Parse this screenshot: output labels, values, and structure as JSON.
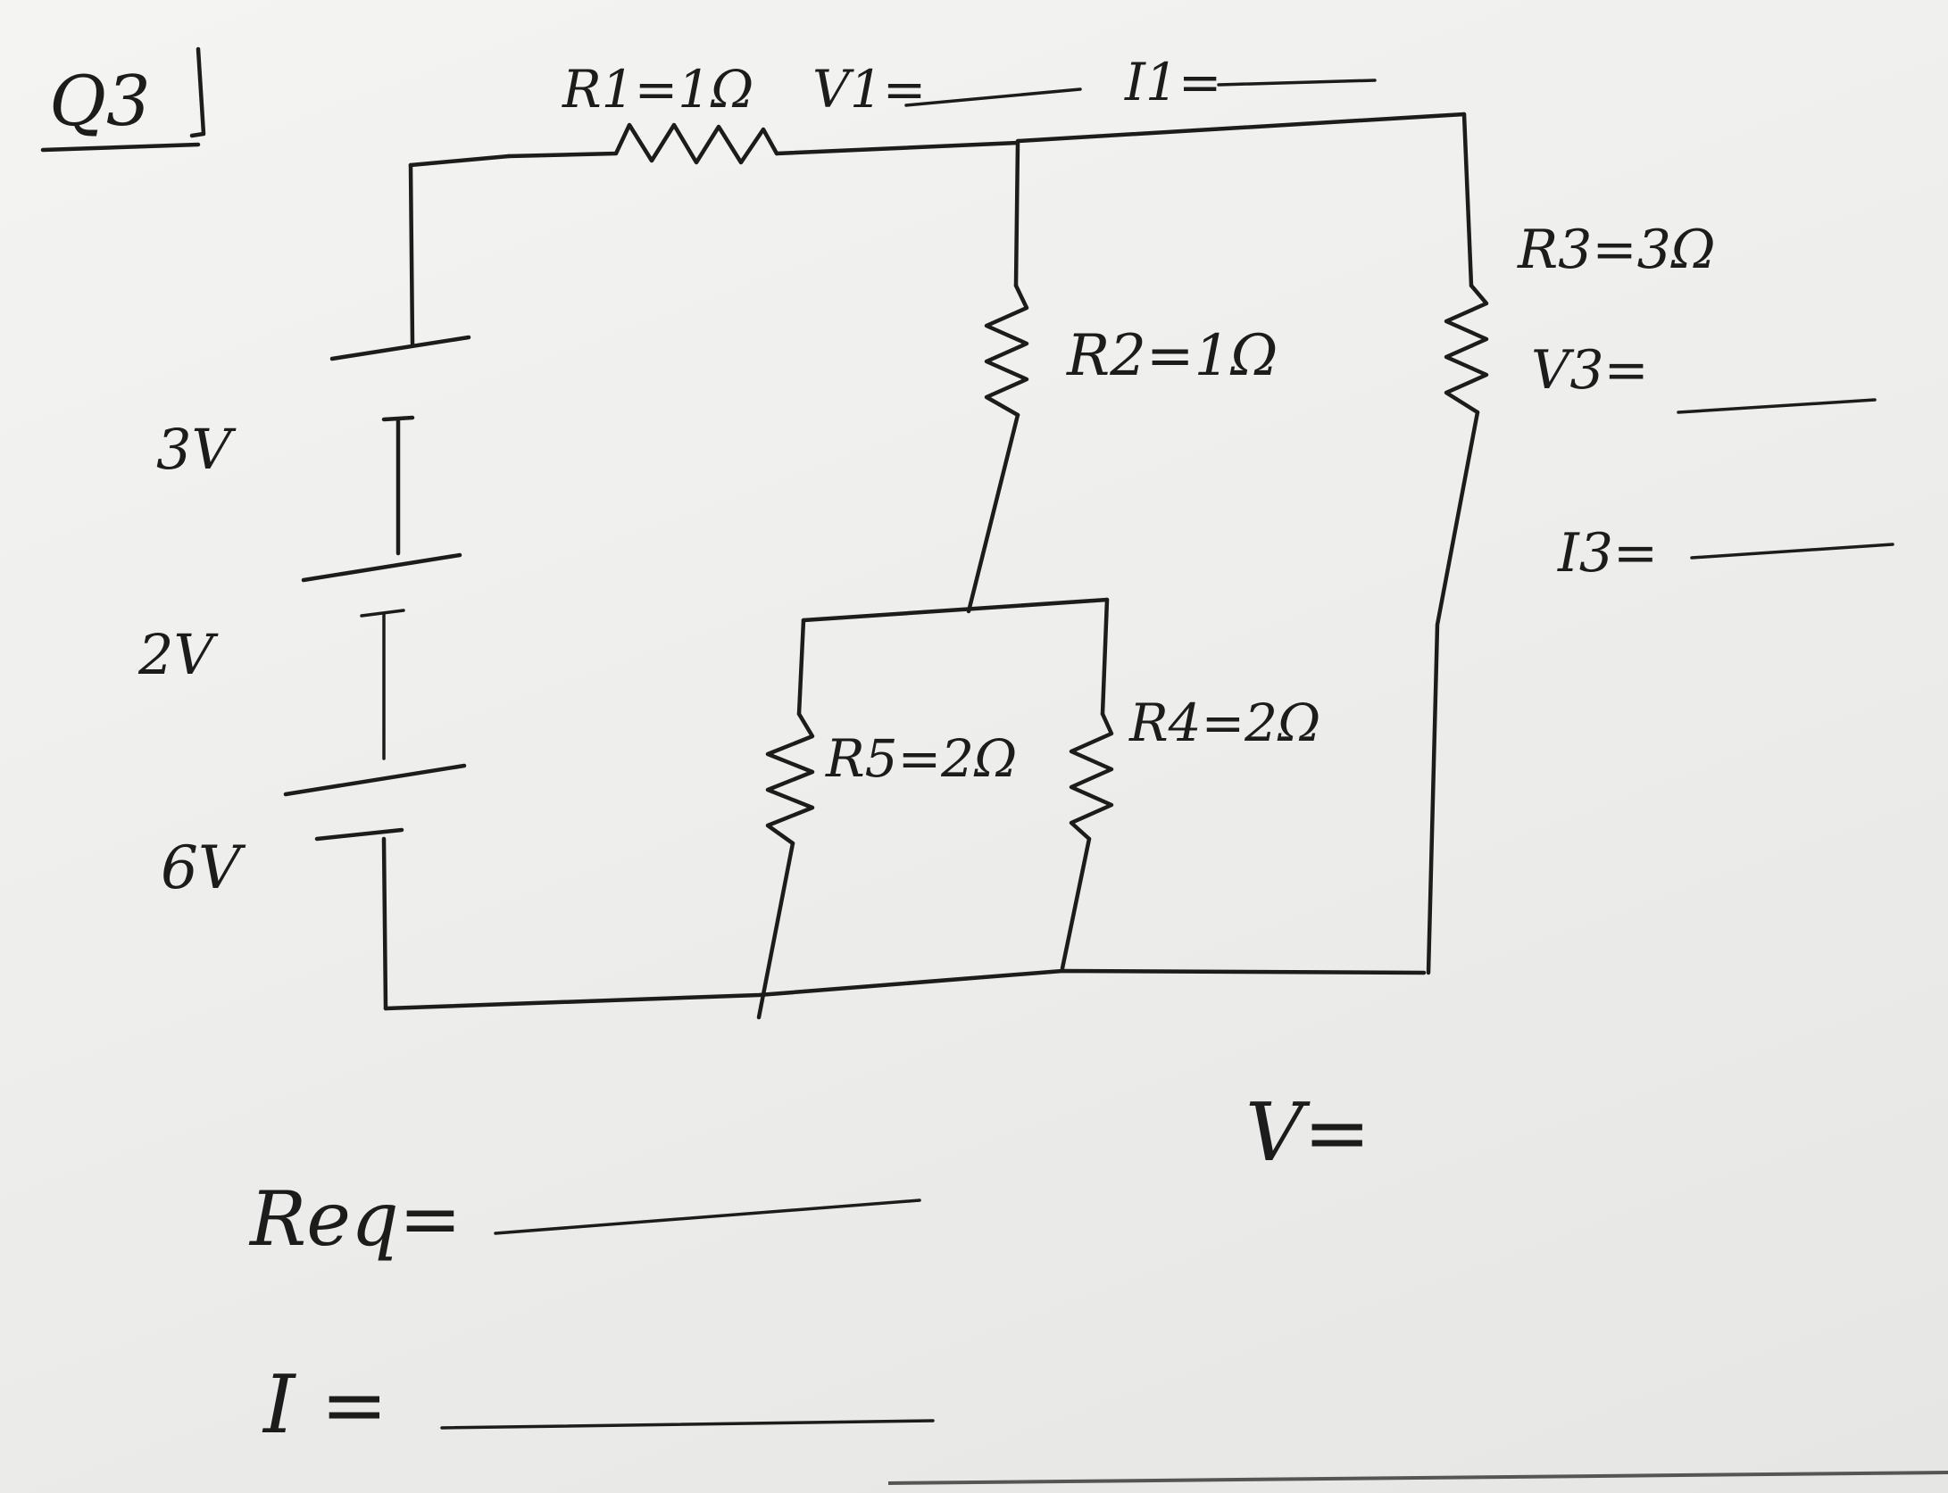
{
  "question": "Q3",
  "colors": {
    "ink": "#1c1c1c",
    "paper": "#f1f1ef"
  },
  "components": {
    "r1": {
      "label": "R1=1Ω",
      "voltage_label": "V1=",
      "current_label": "I1="
    },
    "r2": {
      "label": "R2=1Ω"
    },
    "r3": {
      "label": "R3=3Ω",
      "voltage_label": "V3=",
      "current_label": "I3="
    },
    "r4": {
      "label": "R4=2Ω"
    },
    "r5": {
      "label": "R5=2Ω"
    }
  },
  "batteries": [
    {
      "label": "3V"
    },
    {
      "label": "2V"
    },
    {
      "label": "6V"
    }
  ],
  "answers": {
    "req_label": "Req=",
    "current_label": "I =",
    "voltage_label": "V="
  }
}
